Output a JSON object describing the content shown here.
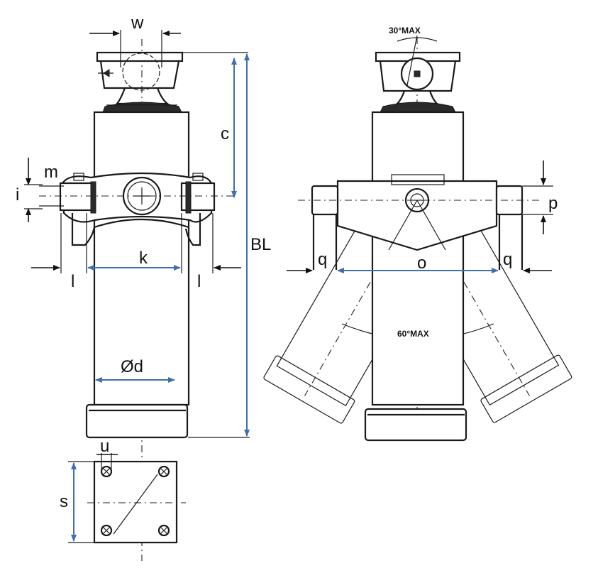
{
  "labels": {
    "w": "w",
    "c": "c",
    "m": "m",
    "i": "i",
    "k": "k",
    "l_left": "l",
    "l_right": "l",
    "BL": "BL",
    "d": "Ød",
    "u": "u",
    "s": "s",
    "p": "p",
    "q_left": "q",
    "q_right": "q",
    "o": "o",
    "angle_top": "30°MAX",
    "angle_bottom": "60°MAX"
  },
  "colors": {
    "dimension": "#3f6fae",
    "ink": "#1a1a1a"
  }
}
